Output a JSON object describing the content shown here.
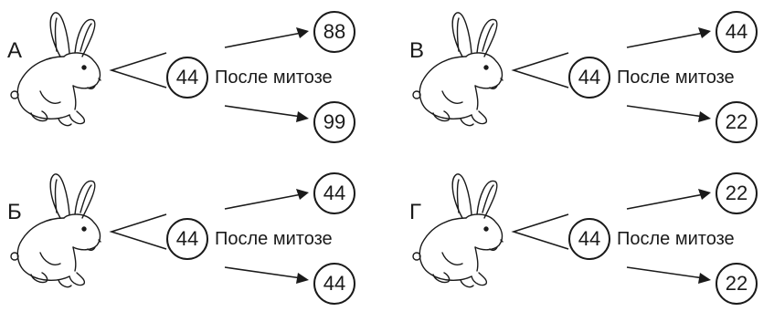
{
  "panels": [
    {
      "letter": "А",
      "parent": "44",
      "caption": "После митозе",
      "child_top": "88",
      "child_bottom": "99"
    },
    {
      "letter": "В",
      "parent": "44",
      "caption": "После митозе",
      "child_top": "44",
      "child_bottom": "22"
    },
    {
      "letter": "Б",
      "parent": "44",
      "caption": "После митозе",
      "child_top": "44",
      "child_bottom": "44"
    },
    {
      "letter": "Г",
      "parent": "44",
      "caption": "После митозе",
      "child_top": "22",
      "child_bottom": "22"
    }
  ],
  "icons": {
    "rabbit": "rabbit-icon",
    "arrow": "arrow-icon"
  }
}
